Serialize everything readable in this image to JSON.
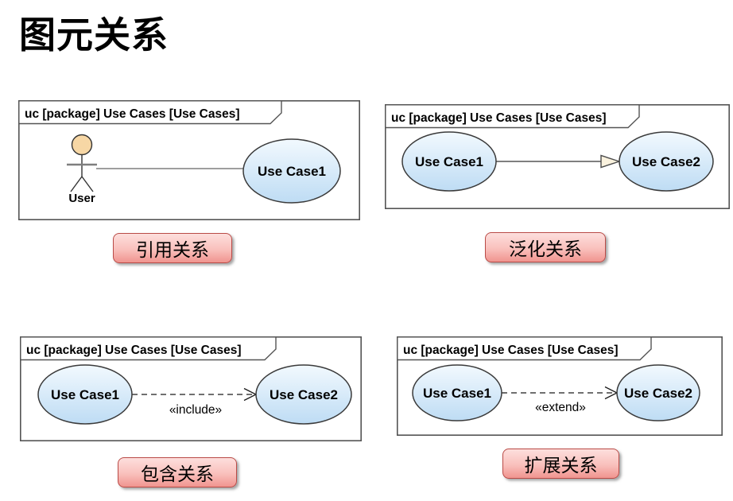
{
  "page": {
    "title": "图元关系"
  },
  "colors": {
    "ellipse_top": "#F2F9FE",
    "ellipse_bottom": "#BEDCF4",
    "ellipse_stroke": "#3A3A3A",
    "frame_stroke": "#545454",
    "actor_head_fill": "#F7D7A5",
    "connector_gray": "#7F7F7F",
    "generalization_head_fill": "#FAF2DE",
    "caption_border": "#BA4B47",
    "caption_fill_top": "#FDDFDD",
    "caption_fill_bottom": "#F0948F"
  },
  "panels": [
    {
      "id": "reference",
      "frame_header": "uc [package] Use Cases [Use Cases]",
      "caption": "引用关系",
      "actor": {
        "label": "User"
      },
      "nodes": [
        "Use Case1"
      ],
      "connector": {
        "type": "association",
        "stereotype": ""
      }
    },
    {
      "id": "generalization",
      "frame_header": "uc [package] Use Cases [Use Cases]",
      "caption": "泛化关系",
      "nodes": [
        "Use Case1",
        "Use Case2"
      ],
      "connector": {
        "type": "generalization",
        "stereotype": ""
      }
    },
    {
      "id": "include",
      "frame_header": "uc [package] Use Cases [Use Cases]",
      "caption": "包含关系",
      "nodes": [
        "Use Case1",
        "Use Case2"
      ],
      "connector": {
        "type": "dependency",
        "stereotype": "«include»"
      }
    },
    {
      "id": "extend",
      "frame_header": "uc [package] Use Cases [Use Cases]",
      "caption": "扩展关系",
      "nodes": [
        "Use Case1",
        "Use Case2"
      ],
      "connector": {
        "type": "dependency",
        "stereotype": "«extend»"
      }
    }
  ]
}
